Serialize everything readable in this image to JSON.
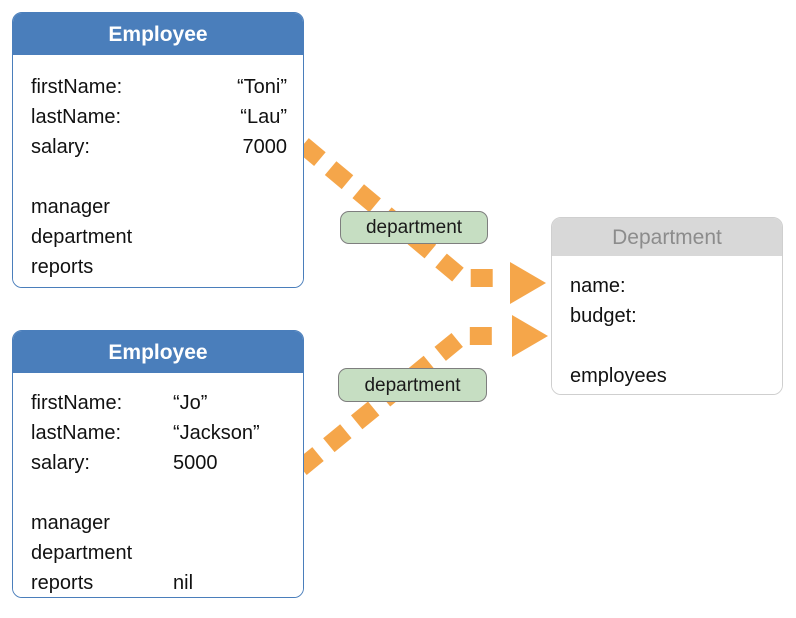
{
  "diagram": {
    "title": "Object diagram: Employee to Department relationships",
    "colors": {
      "employee_header": "#4A7EBB",
      "employee_header_text": "#FFFFFF",
      "department_header": "#D8D8D8",
      "department_header_text": "#8C8C8C",
      "arrow": "#F5A64A",
      "label_fill": "#C6DEC2",
      "label_border": "#7E7E7E",
      "box_background": "#FFFFFF",
      "text": "#111111"
    }
  },
  "objects": [
    {
      "id": "employee-toni",
      "type": "Employee",
      "header": "Employee",
      "slots": [
        {
          "key": "firstName:",
          "value": "“Toni”"
        },
        {
          "key": "lastName:",
          "value": "“Lau”"
        },
        {
          "key": "salary:",
          "value": "7000"
        },
        {
          "key": "manager",
          "value": ""
        },
        {
          "key": "department",
          "value": ""
        },
        {
          "key": "reports",
          "value": ""
        }
      ]
    },
    {
      "id": "employee-jo",
      "type": "Employee",
      "header": "Employee",
      "slots": [
        {
          "key": "firstName:",
          "value": "“Jo”"
        },
        {
          "key": "lastName:",
          "value": "“Jackson”"
        },
        {
          "key": "salary:",
          "value": "5000"
        },
        {
          "key": "manager",
          "value": ""
        },
        {
          "key": "department",
          "value": ""
        },
        {
          "key": "reports",
          "value": "nil"
        }
      ]
    },
    {
      "id": "department",
      "type": "Department",
      "header": "Department",
      "slots": [
        {
          "key": "name:",
          "value": ""
        },
        {
          "key": "budget:",
          "value": ""
        },
        {
          "key": "employees",
          "value": ""
        }
      ]
    }
  ],
  "links": [
    {
      "id": "link-toni-department",
      "label": "department",
      "from": "employee-toni",
      "to": "department"
    },
    {
      "id": "link-jo-department",
      "label": "department",
      "from": "employee-jo",
      "to": "department"
    }
  ]
}
